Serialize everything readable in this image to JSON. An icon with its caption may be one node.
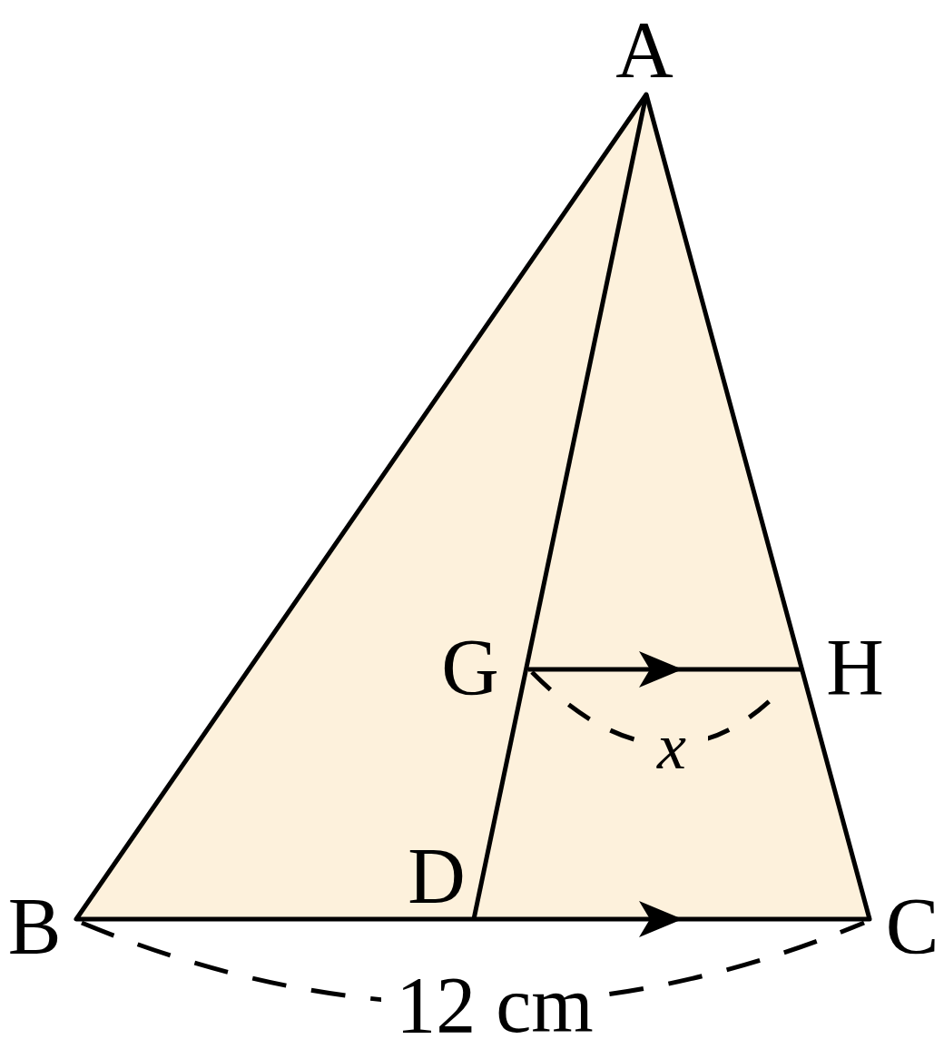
{
  "diagram": {
    "labels": [
      "A",
      "G",
      "H",
      "D",
      "B",
      "C",
      "x",
      "12 cm"
    ]
  }
}
